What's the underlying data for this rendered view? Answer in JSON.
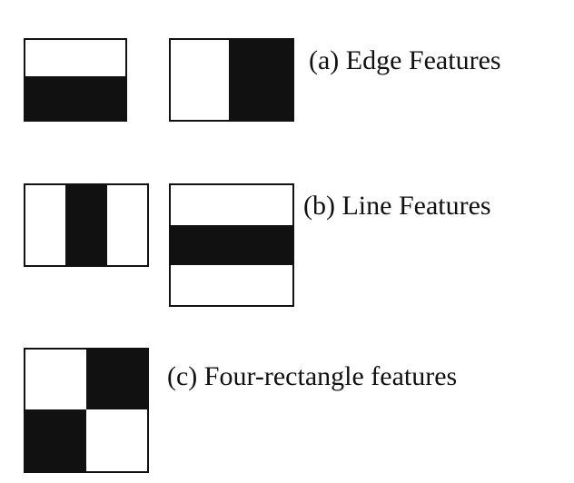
{
  "colors": {
    "dark": "#111111",
    "light": "#ffffff"
  },
  "groups": [
    {
      "caption": "(a) Edge Features",
      "features": [
        {
          "kind": "two-rectangle horizontal edge",
          "cells": [
            [
              "light"
            ],
            [
              "dark"
            ]
          ]
        },
        {
          "kind": "two-rectangle vertical edge",
          "cells": [
            [
              "light",
              "dark"
            ]
          ]
        }
      ]
    },
    {
      "caption": "(b) Line Features",
      "features": [
        {
          "kind": "three-rectangle vertical line",
          "cells": [
            [
              "light",
              "dark",
              "light"
            ]
          ]
        },
        {
          "kind": "three-rectangle horizontal line",
          "cells": [
            [
              "light"
            ],
            [
              "dark"
            ],
            [
              "light"
            ]
          ]
        }
      ]
    },
    {
      "caption": "(c) Four-rectangle features",
      "features": [
        {
          "kind": "four-rectangle checkerboard",
          "cells": [
            [
              "light",
              "dark"
            ],
            [
              "dark",
              "light"
            ]
          ]
        }
      ]
    }
  ]
}
